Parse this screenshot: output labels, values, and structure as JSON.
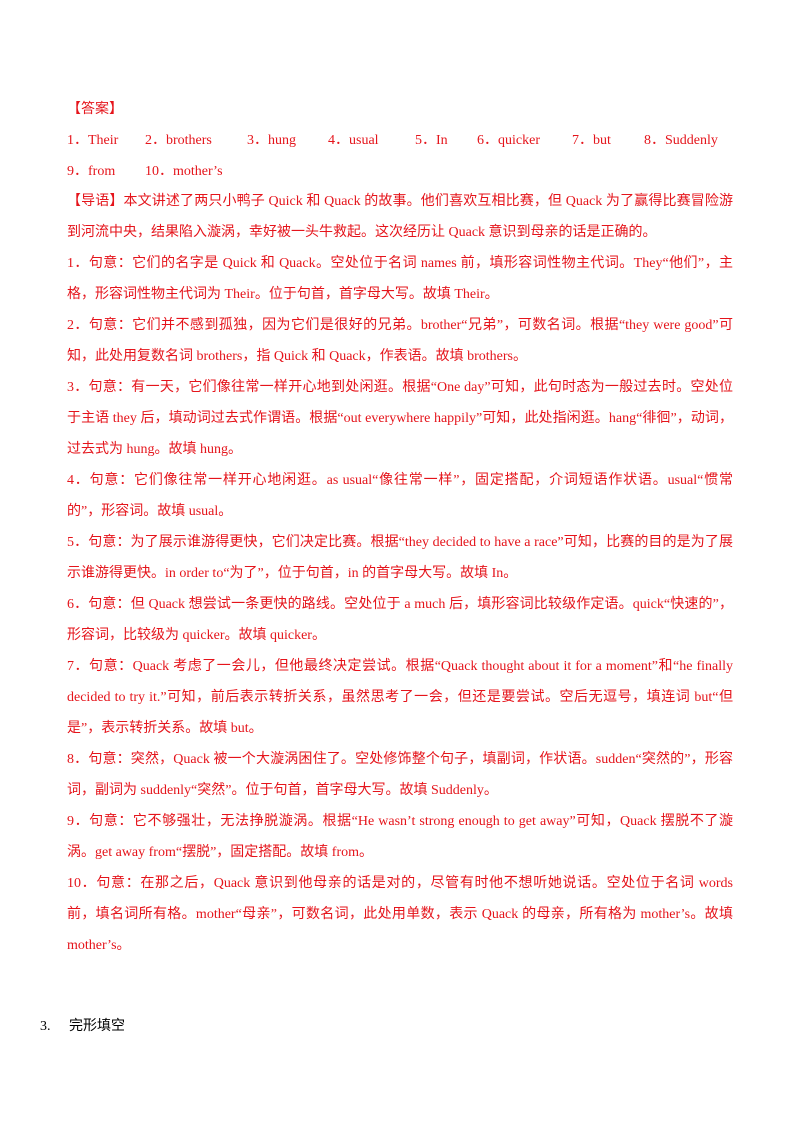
{
  "answer_heading": "【答案】",
  "answers": [
    "1．Their",
    "2．brothers",
    "3．hung",
    "4．usual",
    "5．In",
    "6．quicker",
    "7．but",
    "8．Suddenly",
    "9．from",
    "10．mother’s"
  ],
  "guide": "【导语】本文讲述了两只小鸭子 Quick 和 Quack 的故事。他们喜欢互相比赛，但 Quack 为了赢得比赛冒险游到河流中央，结果陷入漩涡，幸好被一头牛救起。这次经历让 Quack 意识到母亲的话是正确的。",
  "explanations": [
    "1．句意：它们的名字是 Quick 和 Quack。空处位于名词 names 前，填形容词性物主代词。They“他们”，主格，形容词性物主代词为 Their。位于句首，首字母大写。故填 Their。",
    "2．句意：它们并不感到孤独，因为它们是很好的兄弟。brother“兄弟”，可数名词。根据“they were good”可知，此处用复数名词 brothers，指 Quick 和 Quack，作表语。故填 brothers。",
    "3．句意：有一天，它们像往常一样开心地到处闲逛。根据“One day”可知，此句时态为一般过去时。空处位于主语 they 后，填动词过去式作谓语。根据“out everywhere happily”可知，此处指闲逛。hang“徘徊”，动词，过去式为 hung。故填 hung。",
    "4．句意：它们像往常一样开心地闲逛。as usual“像往常一样”，固定搭配，介词短语作状语。usual“惯常的”，形容词。故填 usual。",
    "5．句意：为了展示谁游得更快，它们决定比赛。根据“they decided to have a race”可知，比赛的目的是为了展示谁游得更快。in order to“为了”，位于句首，in 的首字母大写。故填 In。",
    "6．句意：但 Quack 想尝试一条更快的路线。空处位于 a much 后，填形容词比较级作定语。quick“快速的”，形容词，比较级为 quicker。故填 quicker。",
    "7．句意：Quack 考虑了一会儿，但他最终决定尝试。根据“Quack thought about it for a moment”和“he finally decided to try it.”可知，前后表示转折关系，虽然思考了一会，但还是要尝试。空后无逗号，填连词 but“但是”，表示转折关系。故填 but。",
    "8．句意：突然，Quack 被一个大漩涡困住了。空处修饰整个句子，填副词，作状语。sudden“突然的”，形容词，副词为 suddenly“突然”。位于句首，首字母大写。故填 Suddenly。",
    "9．句意：它不够强壮，无法挣脱漩涡。根据“He wasn’t strong enough to get away”可知，Quack 摆脱不了漩涡。get away from“摆脱”，固定搭配。故填 from。",
    "10．句意：在那之后，Quack 意识到他母亲的话是对的，尽管有时他不想听她说话。空处位于名词 words 前，填名词所有格。mother“母亲”，可数名词，此处用单数，表示 Quack 的母亲，所有格为 mother’s。故填 mother’s。"
  ],
  "section": {
    "number": "3.",
    "title": "完形填空"
  },
  "colors": {
    "answer_text": "#e5141b",
    "body_text": "#000000"
  }
}
